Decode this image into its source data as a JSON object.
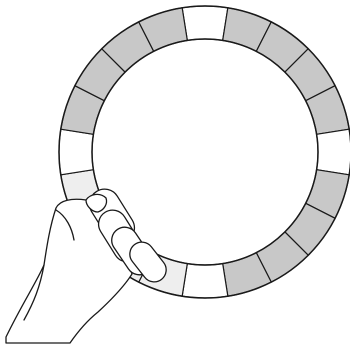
{
  "ring": {
    "segment_count": 20,
    "segment_states": [
      "white",
      "gray",
      "gray",
      "gray",
      "gray",
      "white",
      "gray",
      "gray",
      "gray",
      "gray",
      "white",
      "light",
      "light",
      "light",
      "light",
      "white",
      "gray",
      "gray",
      "gray",
      "gray"
    ]
  },
  "colors": {
    "gray": "#c8c8c8",
    "light": "#eeeeee",
    "white": "#ffffff",
    "outline": "#1a1a1a",
    "skin": "#ffffff"
  },
  "icons": {
    "hand": "hand-icon"
  }
}
